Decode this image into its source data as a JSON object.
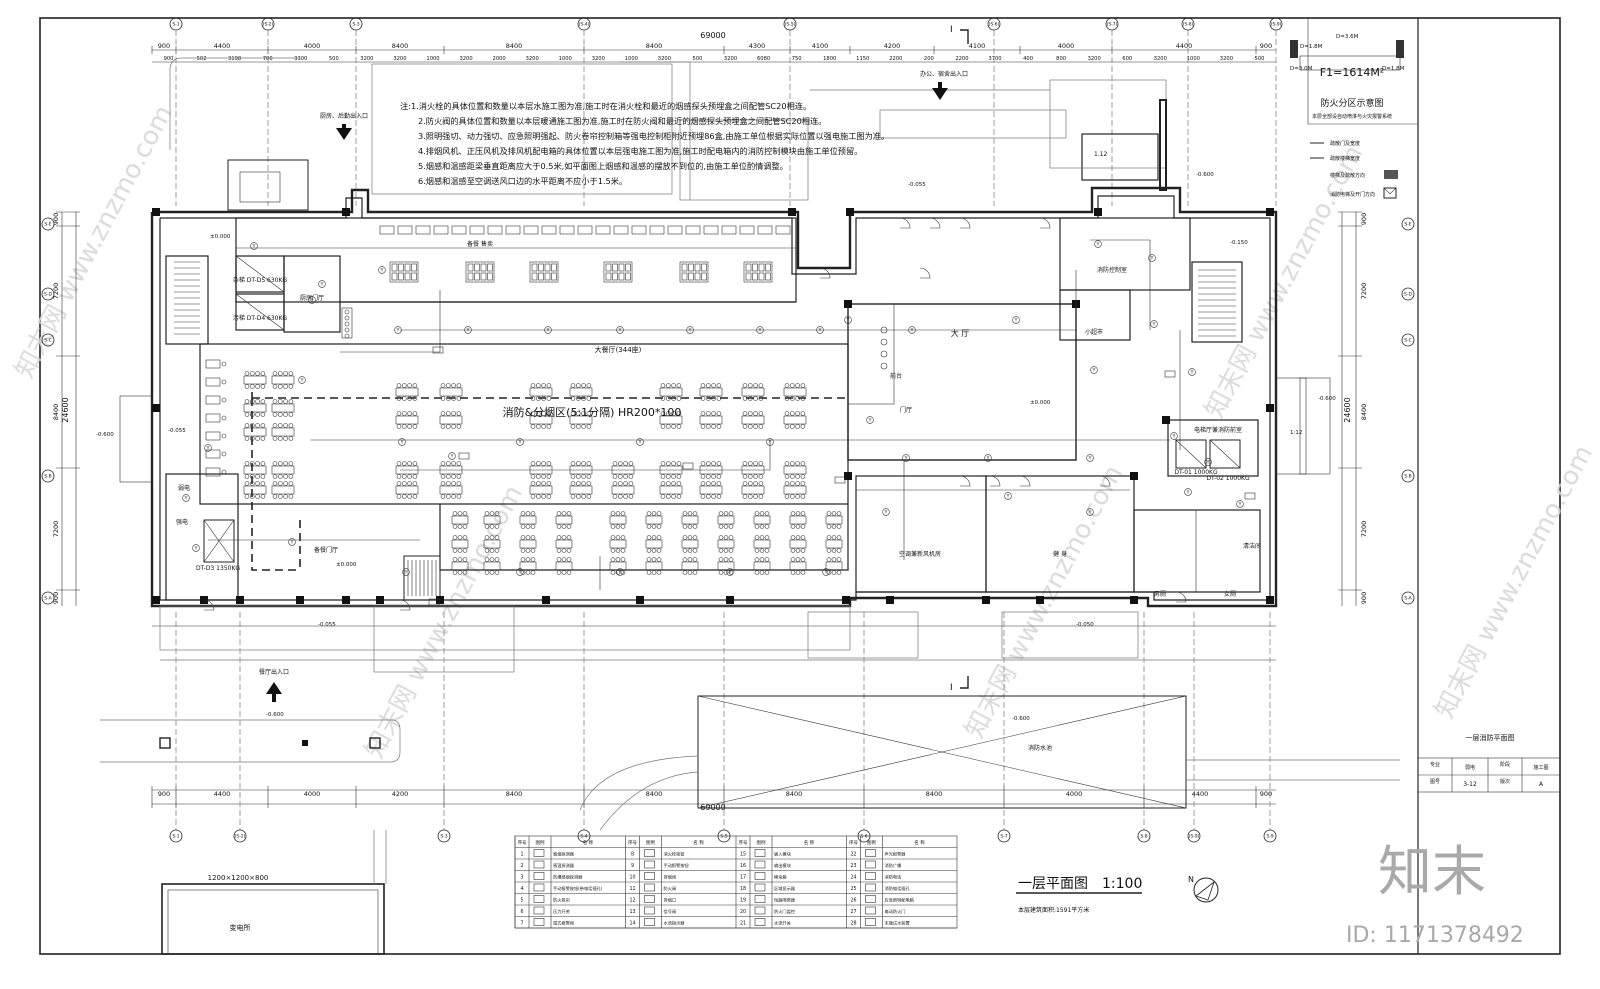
{
  "notes": {
    "lines": [
      "注:1.消火栓的具体位置和数量以本层水施工图为准,施工时在消火栓和最近的烟感探头预埋盒之间配管SC20相连。",
      "2.防火阀的具体位置和数量以本层暖通施工图为准,施工时在防火阀和最近的烟感探头预埋盒之间配管SC20相连。",
      "3.照明强切、动力强切、应急照明强起、防火卷帘控制箱等强电控制柜附近预埋86盒,由施工单位根据实际位置以强电施工图为准。",
      "4.排烟风机、正压风机及排风机配电箱的具体位置以本层强电施工图为准,施工时配电箱内的消防控制模块由施工单位预留。",
      "5.烟感和温感距梁垂直距离应大于0.5米,如平面图上烟感和温感的摆放不到位的,由施工单位酌情调整。",
      "6.烟感和温感至空调送风口边的水平距离不应小于1.5米。"
    ]
  },
  "dimensions": {
    "top_row1": [
      "900",
      "4400",
      "4000",
      "8400",
      "8400",
      "8400",
      "4300",
      "4100",
      "4200",
      "4100",
      "4000",
      "4400",
      "900"
    ],
    "top_total": "69000",
    "top_row2": [
      "900",
      "502",
      "3198",
      "700",
      "3300",
      "500",
      "3200",
      "3200",
      "1000",
      "3200",
      "2000",
      "3200",
      "1000",
      "3200",
      "1000",
      "3200",
      "500",
      "3200",
      "6080",
      "750",
      "1800",
      "1150",
      "2200",
      "200",
      "2200",
      "3700",
      "400",
      "800",
      "3200",
      "600",
      "3200",
      "1000",
      "3200",
      "500"
    ],
    "bottom_row": [
      "900",
      "4400",
      "4000",
      "4200",
      "8400",
      "8400",
      "8400",
      "8400",
      "4000",
      "4400",
      "900"
    ],
    "bottom_total": "69000",
    "left": [
      "900",
      "7200",
      "8400",
      "7200",
      "900"
    ],
    "left_total": "24600",
    "right": [
      "900",
      "7200",
      "8400",
      "7200",
      "900"
    ],
    "right_total": "24600"
  },
  "axes": {
    "top": [
      "S-1",
      "(S-2)",
      "S-3",
      "(S-4)",
      "(S-5)",
      "(S-6)",
      "(S-7)",
      "(S-8)",
      "(S-9)"
    ],
    "bottom": [
      "S-1",
      "(S-2)",
      "S-3",
      "S-4",
      "S-5",
      "S-6",
      "S-7",
      "S-8",
      "(S-9)",
      "S-9"
    ],
    "left": [
      "S-E",
      "S-D",
      "S-C",
      "S-B",
      "S-A"
    ],
    "right": [
      "S-E",
      "S-D",
      "S-C",
      "S-B",
      "S-A"
    ]
  },
  "rooms": {
    "big_dining": "大餐厅(344座)",
    "smoke_zone": "消防&分烟区(5:1分隔) HR200*100",
    "hall": "大 厅",
    "kitchen": "备餐 售卖",
    "corridor_hall": "厨房门厅",
    "reception": "前台",
    "foyer": "门厅",
    "fire_control": "消防控制室",
    "small_room": "小超市",
    "ac_room": "空调兼新风机房",
    "gym": "健 身",
    "elevator_hall": "电梯厅兼消防前室",
    "dining_hall_small": "备餐门厅",
    "power_room": "强电",
    "weak_power": "弱电",
    "toilet_m": "男厕",
    "toilet_f": "女厕",
    "substation": "变电所",
    "fire_pool": "消防水池",
    "cleaning": "清洁间",
    "elev_kitchen_1": "杂梯 DT-D5 630KG",
    "elev_kitchen_2": "污梯 DT-D4 630KG",
    "elev_main_1": "DT-01 1000KG",
    "elev_main_2": "DT-02 1000KG",
    "elev_left": "DT-D3 1350KG"
  },
  "entrances": {
    "left_top": "厨房、后勤出入口",
    "top_center": "办公、宿舍出入口",
    "bottom_left": "餐厅出入口"
  },
  "elevations": {
    "e1": "±0.000",
    "e2": "-0.600",
    "e3": "-0.055",
    "e4": "-0.150",
    "e5": "-0.050",
    "ramp": "1:12",
    "pond": "1.12"
  },
  "legend_zone": {
    "title": "防火分区示意图",
    "subtitle": "本层全部设自动喷淋与火灾报警系统",
    "area": "F1=1614M²",
    "d1": "D=3.6M",
    "d2": "D=1.8M",
    "d3": "D=3.0M",
    "d4": "D=1.8M",
    "rows": [
      "疏散门及宽度",
      "疏散楼梯宽度",
      "楼梯及疏散方向",
      "消防电梯及开门方向"
    ]
  },
  "symbol_table": {
    "header": [
      "序号",
      "图例",
      "名  称"
    ],
    "rows": [
      [
        "1",
        "感烟探测器",
        "8",
        "消火栓按钮",
        "15",
        "输入模块",
        "22",
        "声光报警器"
      ],
      [
        "2",
        "感温探测器",
        "9",
        "手动报警按钮",
        "16",
        "输出模块",
        "23",
        "消防广播"
      ],
      [
        "3",
        "防爆感烟探测器",
        "10",
        "排烟阀",
        "17",
        "模块箱",
        "24",
        "消防电话"
      ],
      [
        "4",
        "手动报警按钮(带电话插孔)",
        "11",
        "防火阀",
        "18",
        "区域显示器",
        "25",
        "消防电话插孔"
      ],
      [
        "5",
        "防火卷帘",
        "12",
        "排烟口",
        "19",
        "短路隔离器",
        "26",
        "应急照明配电箱"
      ],
      [
        "6",
        "压力开关",
        "13",
        "信号阀",
        "20",
        "防火门监控",
        "27",
        "电动防火门"
      ],
      [
        "7",
        "湿式报警阀",
        "14",
        "水流指示器",
        "21",
        "水流开关",
        "28",
        "末端试水装置"
      ]
    ]
  },
  "title": {
    "main": "一层平面图",
    "scale": "1:100",
    "area_note": "本层建筑面积:1591平方米",
    "north": "N"
  },
  "title_block": {
    "drawing_name": "一层消防平面图",
    "major_label": "专业",
    "major": "弱电",
    "stage_label": "阶段",
    "stage": "施工图",
    "sheet_label": "图号",
    "sheet": "3-12",
    "rev_label": "版次",
    "rev": "A"
  },
  "watermark": {
    "brand": "知末",
    "id": "ID: 1171378492",
    "site": "知末网 www.znzmo.com"
  },
  "section_mark": "I"
}
